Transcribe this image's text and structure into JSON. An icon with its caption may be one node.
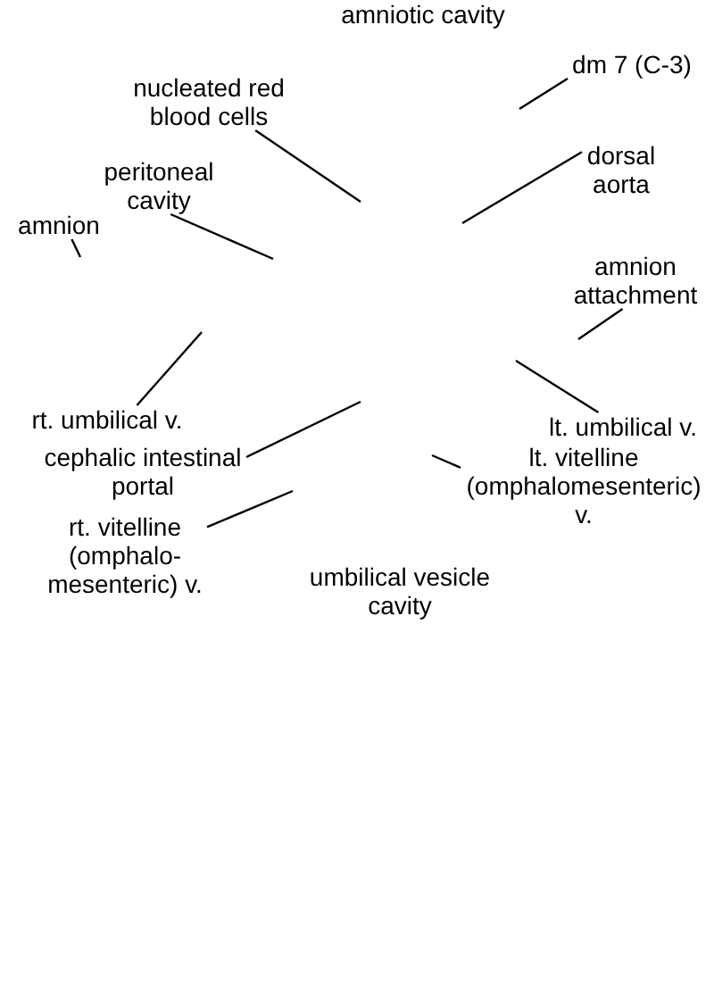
{
  "diagram": {
    "nodes": [
      {
        "text": [
          "dm 7 (C-3)"
        ]
      },
      {
        "text": [
          "nucleated red blood cells"
        ]
      },
      {
        "text": [
          "dorsal aorta"
        ]
      },
      {
        "text": [
          "peritoneal cavity"
        ]
      },
      {
        "text": [
          "amnion"
        ]
      },
      {
        "text": [
          "amnion attachment"
        ]
      },
      {
        "text": [
          "rt. umbilical v."
        ]
      },
      {
        "text": [
          "lt. umbilical v."
        ]
      },
      {
        "text": [
          "cephalic intestinal portal"
        ]
      },
      {
        "text": [
          "lt. vitelline (omphalomesenteric) v."
        ]
      },
      {
        "text": [
          "rt. vitelline (omphalo-mesenteric) v."
        ]
      }
    ],
    "edges": [
      {
        "from": 0,
        "to": null,
        "arrow": "none"
      },
      {
        "from": 1,
        "to": null,
        "arrow": "none"
      },
      {
        "from": 2,
        "to": null,
        "arrow": "none"
      },
      {
        "from": 3,
        "to": null,
        "arrow": "none"
      },
      {
        "from": 4,
        "to": null,
        "arrow": "none"
      },
      {
        "from": 5,
        "to": null,
        "arrow": "none"
      },
      {
        "from": 6,
        "to": null,
        "arrow": "none"
      },
      {
        "from": 7,
        "to": null,
        "arrow": "none"
      },
      {
        "from": 8,
        "to": null,
        "arrow": "none"
      },
      {
        "from": 9,
        "to": null,
        "arrow": "none"
      },
      {
        "from": 10,
        "to": null,
        "arrow": "none"
      }
    ],
    "labels": [
      "amniotic cavity",
      "umbilical vesicle cavity"
    ]
  }
}
